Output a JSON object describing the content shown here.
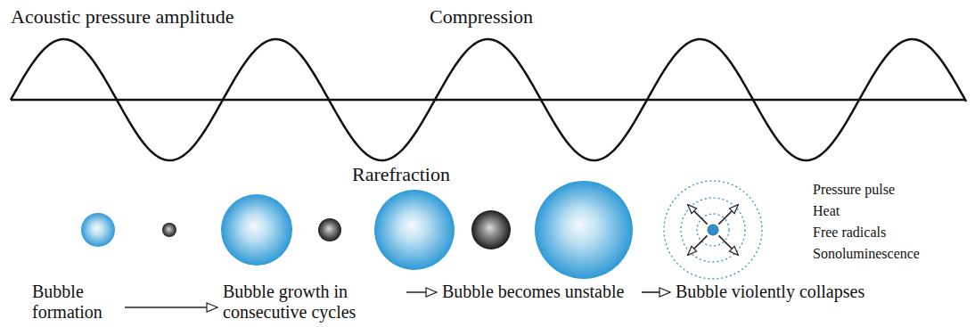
{
  "diagram": {
    "nodes": [
      {
        "text": [
          "Bubble formation"
        ]
      },
      {
        "text": [
          "Bubble growth in consecutive cycles"
        ]
      },
      {
        "text": [
          "Bubble becomes unstable"
        ]
      },
      {
        "text": [
          "Bubble violently collapses"
        ]
      }
    ],
    "edges": [
      {
        "from": 0,
        "to": 1,
        "arrow": "to"
      },
      {
        "from": 1,
        "to": 2,
        "arrow": "to"
      },
      {
        "from": 2,
        "to": 3,
        "arrow": "to"
      }
    ],
    "labels": [
      "Acoustic pressure amplitude",
      "Compression",
      "Rarefraction",
      "Pressure pulse",
      "Heat",
      "Free radicals",
      "Sonoluminescence"
    ]
  }
}
